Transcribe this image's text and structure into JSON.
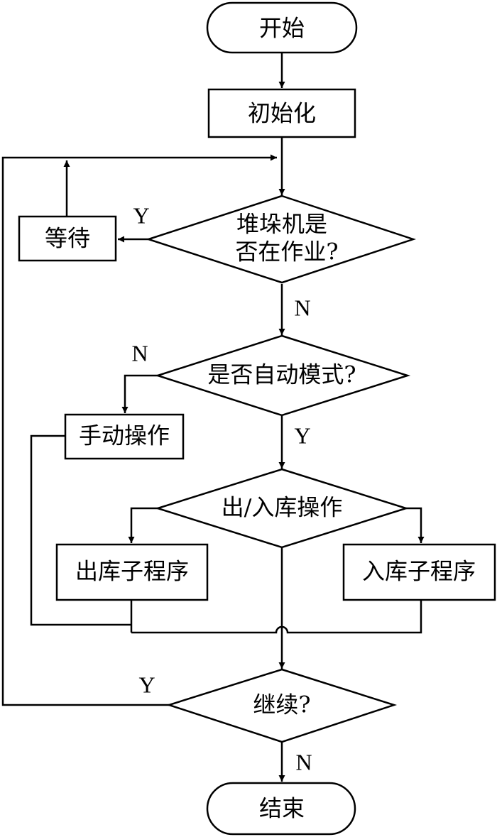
{
  "nodes": {
    "start": "开始",
    "init": "初始化",
    "wait": "等待",
    "check_working_1": "堆垛机是",
    "check_working_2": "否在作业?",
    "check_auto": "是否自动模式?",
    "manual": "手动操作",
    "inout_decision": "出/入库操作",
    "out_sub": "出库子程序",
    "in_sub": "入库子程序",
    "continue": "继续?",
    "end": "结束"
  },
  "edge_labels": {
    "working_yes": "Y",
    "working_no": "N",
    "auto_no": "N",
    "auto_yes": "Y",
    "continue_yes": "Y",
    "continue_no": "N"
  }
}
